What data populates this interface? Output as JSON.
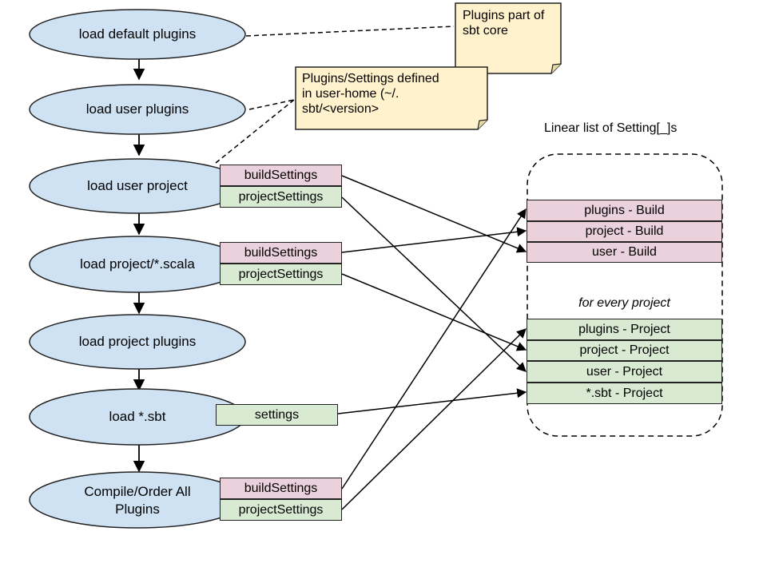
{
  "steps": [
    {
      "label": "load  default plugins"
    },
    {
      "label": "load  user plugins"
    },
    {
      "label": "load  user project",
      "tags": [
        "buildSettings",
        "projectSettings"
      ]
    },
    {
      "label": "load  project/*.scala",
      "tags": [
        "buildSettings",
        "projectSettings"
      ]
    },
    {
      "label": "load  project plugins"
    },
    {
      "label": "load *.sbt",
      "tags": [
        "settings"
      ]
    },
    {
      "label": "Compile/Order All\nPlugins",
      "tags": [
        "buildSettings",
        "projectSettings"
      ]
    }
  ],
  "notes": [
    {
      "text": "Plugins part of\nsbt core"
    },
    {
      "text": "Plugins/Settings defined\nin user-home (~/.\nsbt/<version>"
    }
  ],
  "settings_list": {
    "title": "Linear list of Setting[_]s",
    "build_rows": [
      "plugins  - Build",
      "project  - Build",
      "user - Build"
    ],
    "project_caption": "for every project",
    "project_rows": [
      "plugins  - Project",
      "project  - Project",
      "user - Project",
      "*.sbt  - Project"
    ]
  },
  "colors": {
    "ellipse_fill": "#cfe2f3",
    "build_fill": "#ead1dc",
    "project_fill": "#d9ead3",
    "note_fill": "#fff2cc"
  }
}
